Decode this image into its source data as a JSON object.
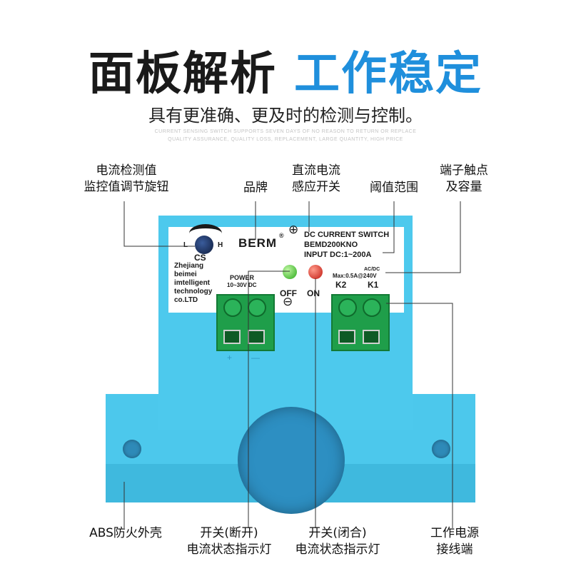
{
  "title": {
    "black": "面板解析",
    "blue": "工作稳定"
  },
  "subtitle": "具有更准确、更及时的检测与控制。",
  "faint_lines": [
    "CURRENT SENSING SWITCH SUPPORTS SEVEN DAYS OF NO REASON TO RETURN OR REPLACE",
    "QUALITY ASSURANCE, QUALITY LOSS, REPLACEMENT, LARGE QUANTITY, HIGH PRICE"
  ],
  "callouts": {
    "knob": [
      "电流检测值",
      "监控值调节旋钮"
    ],
    "brand": [
      "品牌"
    ],
    "dc_sense": [
      "直流电流",
      "感应开关"
    ],
    "threshold": [
      "阈值范围"
    ],
    "terminal_contact": [
      "端子触点",
      "及容量"
    ],
    "shell": [
      "ABS防火外壳"
    ],
    "switch_off": [
      "开关(断开)",
      "电流状态指示灯"
    ],
    "switch_on": [
      "开关(闭合)",
      "电流状态指示灯"
    ],
    "power_terminal": [
      "工作电源",
      "接线端"
    ]
  },
  "panel": {
    "knob_l": "L",
    "knob_h": "H",
    "knob_cs": "CS",
    "brand": "BERM",
    "brand_reg": "®",
    "plus_sym": "⊕",
    "minus_sym": "⊖",
    "product_line1": "DC CURRENT SWITCH",
    "product_line2": "BEMD200KNO",
    "product_line3": "INPUT DC:1~200A",
    "maker": [
      "Zhejiang",
      "beimei",
      "imtelligent",
      "technology",
      "co.LTD"
    ],
    "power_label": "POWER",
    "power_range": "10~30V DC",
    "off_label": "OFF",
    "on_label": "ON",
    "acdc": "AC/DC",
    "max_rating": "Max:0.5A@240V",
    "k2": "K2",
    "k1": "K1",
    "term_plus": "+",
    "term_minus": "—"
  },
  "colors": {
    "accent_blue": "#1f8fdc",
    "device_blue": "#4dc9ed",
    "terminal_green": "#1f9e4a",
    "led_green": "#2aa81a",
    "led_red": "#c01810"
  }
}
